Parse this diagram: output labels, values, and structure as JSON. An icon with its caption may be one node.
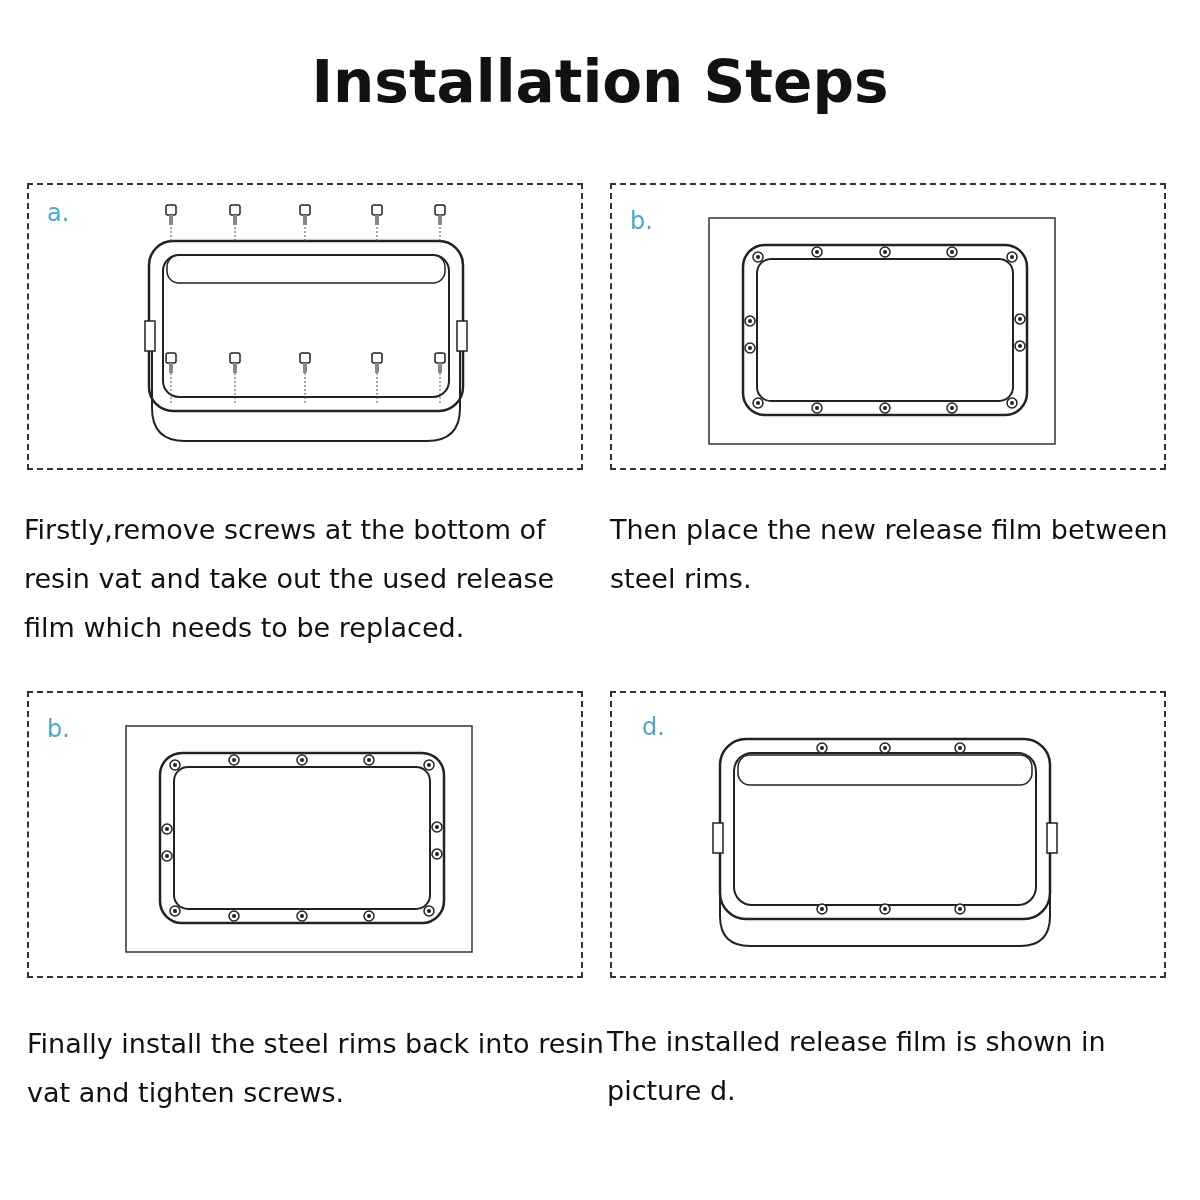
{
  "diagram": {
    "title": "Installation Steps",
    "nodes": [
      {
        "text": [
          "a."
        ],
        "beside": [
          "Firstly,remove screws at the bottom of resin vat and take out the used release film which needs to be replaced."
        ]
      },
      {
        "text": [
          "b."
        ],
        "beside": [
          "Then place the new release film between steel rims."
        ]
      },
      {
        "text": [
          "b."
        ],
        "beside": [
          "Finally install the steel rims back into resin vat and tighten screws."
        ]
      },
      {
        "text": [
          "d."
        ],
        "beside": [
          "The installed release film is shown in picture d."
        ]
      }
    ]
  }
}
